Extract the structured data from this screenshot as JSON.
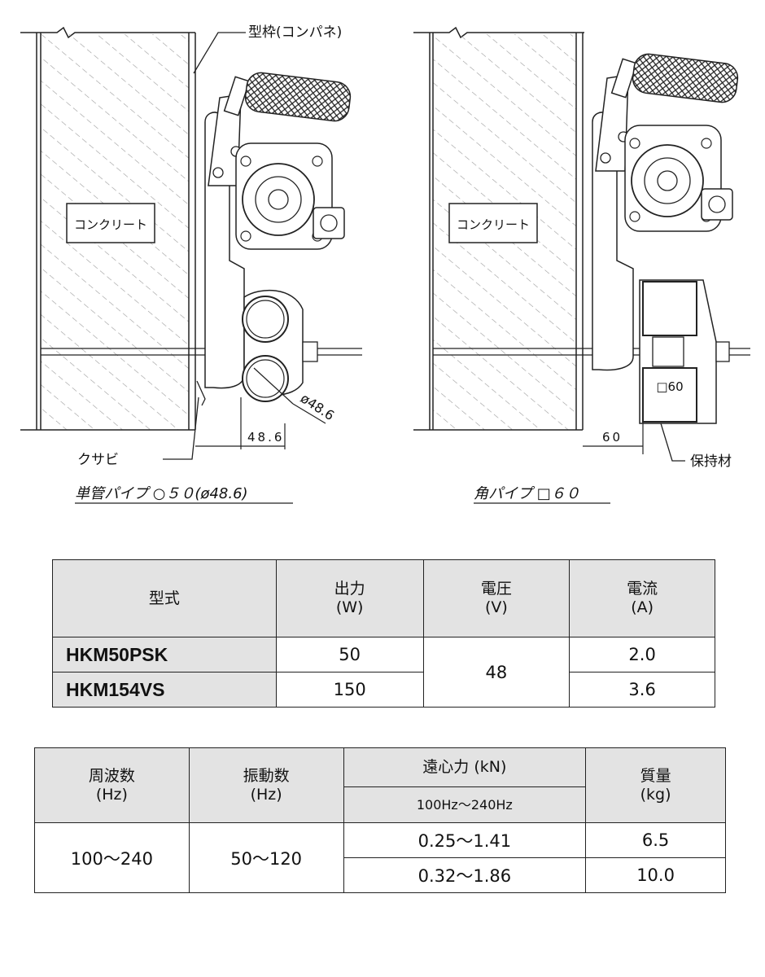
{
  "diagram": {
    "left": {
      "concrete_label": "コンクリート",
      "form_label": "型枠(コンパネ)",
      "wedge_label": "クサビ",
      "dim_label": "48.6",
      "diameter_label": "ø48.6",
      "caption": "単管パイプ ○５０(ø48.6)"
    },
    "right": {
      "concrete_label": "コンクリート",
      "square_label": "□60",
      "dim_label": "60",
      "holder_label": "保持材",
      "caption": "角パイプ □６０"
    }
  },
  "spec_table": {
    "headers": {
      "model": "型式",
      "output": "出力",
      "output_unit": "(W)",
      "voltage": "電圧",
      "voltage_unit": "(V)",
      "current": "電流",
      "current_unit": "(A)"
    },
    "rows": [
      {
        "model": "HKM50PSK",
        "output": "50",
        "current": "2.0"
      },
      {
        "model": "HKM154VS",
        "output": "150",
        "current": "3.6"
      }
    ],
    "voltage_value": "48"
  },
  "perf_table": {
    "headers": {
      "frequency": "周波数",
      "frequency_unit": "(Hz)",
      "vibration": "振動数",
      "vibration_unit": "(Hz)",
      "force": "遠心力 (kN)",
      "force_sub": "100Hz～240Hz",
      "mass": "質量",
      "mass_unit": "(kg)"
    },
    "frequency_value": "100～240",
    "vibration_value": "50～120",
    "rows": [
      {
        "force": "0.25～1.41",
        "mass": "6.5"
      },
      {
        "force": "0.32～1.86",
        "mass": "10.0"
      }
    ]
  }
}
